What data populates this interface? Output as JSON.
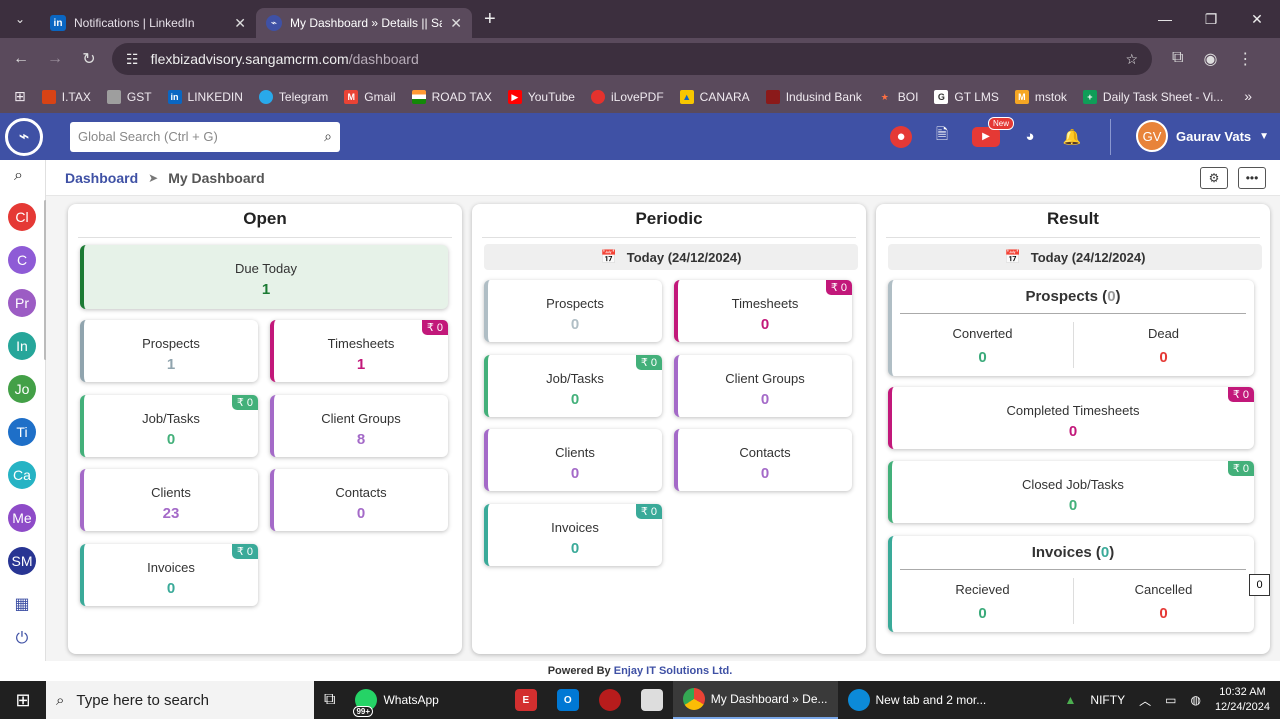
{
  "browser": {
    "tabs": [
      {
        "title": "Notifications | LinkedIn",
        "favicon": "in",
        "active": false
      },
      {
        "title": "My Dashboard » Details || Sangam",
        "favicon": "logo",
        "active": true
      }
    ],
    "url_host": "flexbizadvisory.sangamcrm.com",
    "url_path": "/dashboard",
    "bookmarks": [
      "I.TAX",
      "GST",
      "LINKEDIN",
      "Telegram",
      "Gmail",
      "ROAD TAX",
      "YouTube",
      "iLovePDF",
      "CANARA",
      "Indusind Bank",
      "BOI",
      "GT LMS",
      "mstok",
      "Daily Task Sheet - Vi..."
    ]
  },
  "header": {
    "search_placeholder": "Global Search (Ctrl + G)",
    "new_badge": "New",
    "user_initials": "GV",
    "user_name": "Gaurav Vats"
  },
  "sidebar": {
    "items": [
      {
        "label": "Cl",
        "color": "#e53935"
      },
      {
        "label": "C",
        "color": "#8e5bd6"
      },
      {
        "label": "Pr",
        "color": "#9c5cc4"
      },
      {
        "label": "In",
        "color": "#26a69a"
      },
      {
        "label": "Jo",
        "color": "#43a047"
      },
      {
        "label": "Ti",
        "color": "#1e6fc8"
      },
      {
        "label": "Ca",
        "color": "#26b3c4"
      },
      {
        "label": "Me",
        "color": "#8e4bc8"
      },
      {
        "label": "SM",
        "color": "#283593"
      }
    ]
  },
  "breadcrumb": {
    "root": "Dashboard",
    "current": "My Dashboard"
  },
  "open": {
    "title": "Open",
    "due_today": {
      "label": "Due Today",
      "value": "1"
    },
    "cards": [
      {
        "label": "Prospects",
        "value": "1",
        "color": "#90a4ae",
        "badge": ""
      },
      {
        "label": "Timesheets",
        "value": "1",
        "color": "#c2187a",
        "badge": "₹ 0"
      },
      {
        "label": "Job/Tasks",
        "value": "0",
        "color": "#43b07a",
        "badge": "₹ 0"
      },
      {
        "label": "Client Groups",
        "value": "8",
        "color": "#a46ac8",
        "badge": ""
      },
      {
        "label": "Clients",
        "value": "23",
        "color": "#a46ac8",
        "badge": ""
      },
      {
        "label": "Contacts",
        "value": "0",
        "color": "#a46ac8",
        "badge": ""
      },
      {
        "label": "Invoices",
        "value": "0",
        "color": "#3aaa99",
        "badge": "₹ 0"
      }
    ]
  },
  "periodic": {
    "title": "Periodic",
    "date": "Today  (24/12/2024)",
    "cards": [
      {
        "label": "Prospects",
        "value": "0",
        "color": "#b0bec5",
        "badge": ""
      },
      {
        "label": "Timesheets",
        "value": "0",
        "color": "#c2187a",
        "badge": "₹ 0"
      },
      {
        "label": "Job/Tasks",
        "value": "0",
        "color": "#43b07a",
        "badge": "₹ 0"
      },
      {
        "label": "Client Groups",
        "value": "0",
        "color": "#a46ac8",
        "badge": ""
      },
      {
        "label": "Clients",
        "value": "0",
        "color": "#a46ac8",
        "badge": ""
      },
      {
        "label": "Contacts",
        "value": "0",
        "color": "#a46ac8",
        "badge": ""
      },
      {
        "label": "Invoices",
        "value": "0",
        "color": "#3aaa99",
        "badge": "₹ 0"
      }
    ]
  },
  "result": {
    "title": "Result",
    "date": "Today  (24/12/2024)",
    "prospects": {
      "title": "Prospects",
      "count": "0",
      "left_label": "Converted",
      "left_value": "0",
      "right_label": "Dead",
      "right_value": "0"
    },
    "completed_timesheets": {
      "label": "Completed Timesheets",
      "value": "0",
      "badge": "₹ 0"
    },
    "closed_jobs": {
      "label": "Closed Job/Tasks",
      "value": "0",
      "badge": "₹ 0"
    },
    "invoices": {
      "title": "Invoices",
      "count": "0",
      "left_label": "Recieved",
      "left_value": "0",
      "right_label": "Cancelled",
      "right_value": "0"
    }
  },
  "float_value": "0",
  "footer": {
    "prefix": "Powered By ",
    "brand": "Enjay IT Solutions Ltd."
  },
  "taskbar": {
    "search_placeholder": "Type here to search",
    "whatsapp_badge": "99+",
    "whatsapp": "WhatsApp",
    "chrome_window": "My Dashboard » De...",
    "edge_window": "New tab and 2 mor...",
    "stock": "NIFTY",
    "time": "10:32 AM",
    "date": "12/24/2024"
  },
  "colors": {
    "accent": "#3f51a5",
    "green": "#2e7d32",
    "red": "#e53935",
    "teal": "#26a69a"
  }
}
